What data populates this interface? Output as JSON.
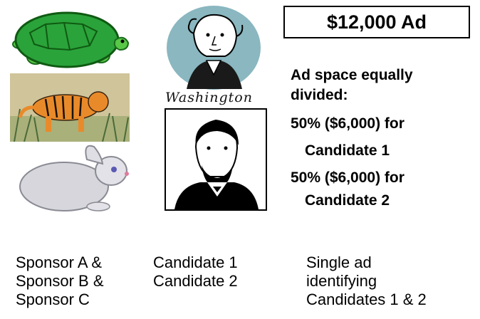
{
  "ad_box": {
    "title": "$12,000 Ad"
  },
  "description": {
    "line1": "Ad space equally",
    "line2": "divided:",
    "line3": "50% ($6,000) for",
    "line4": "Candidate 1",
    "line5": "50% ($6,000) for",
    "line6": "Candidate 2"
  },
  "portrait_signature": "Washington",
  "captions": {
    "sponsors": [
      "Sponsor A &",
      "Sponsor B &",
      "Sponsor C"
    ],
    "candidates": [
      "Candidate 1",
      "Candidate 2"
    ],
    "single_ad": [
      "Single ad",
      "identifying",
      "Candidates 1 & 2"
    ]
  },
  "icons": {
    "turtle": "turtle-icon",
    "tiger": "tiger-icon",
    "rabbit": "rabbit-icon",
    "portrait1": "washington-portrait-icon",
    "portrait2": "lincoln-portrait-icon"
  },
  "colors": {
    "turtle_shell": "#22b14c",
    "tiger_bg": "#d8c9a0",
    "portrait_bg": "#8ab7c0"
  }
}
